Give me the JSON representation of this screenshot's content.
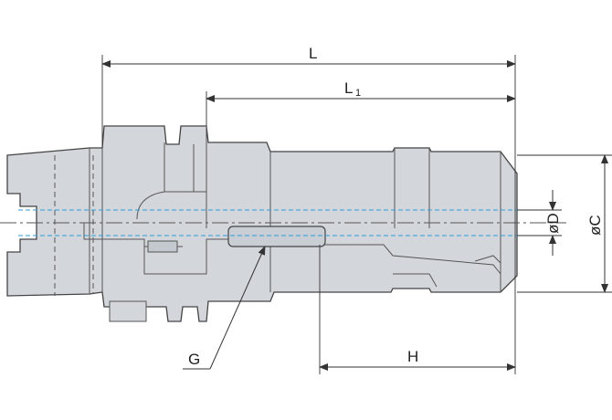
{
  "dimensions": {
    "L": "L",
    "L1_main": "L",
    "L1_sub": "1",
    "D": "øD",
    "C": "øC",
    "H": "H",
    "G": "G"
  },
  "colors": {
    "body_fill": "#d3d7dc",
    "outline": "#444444",
    "centerline": "#2f9bd6",
    "dimension_line": "#333333"
  }
}
